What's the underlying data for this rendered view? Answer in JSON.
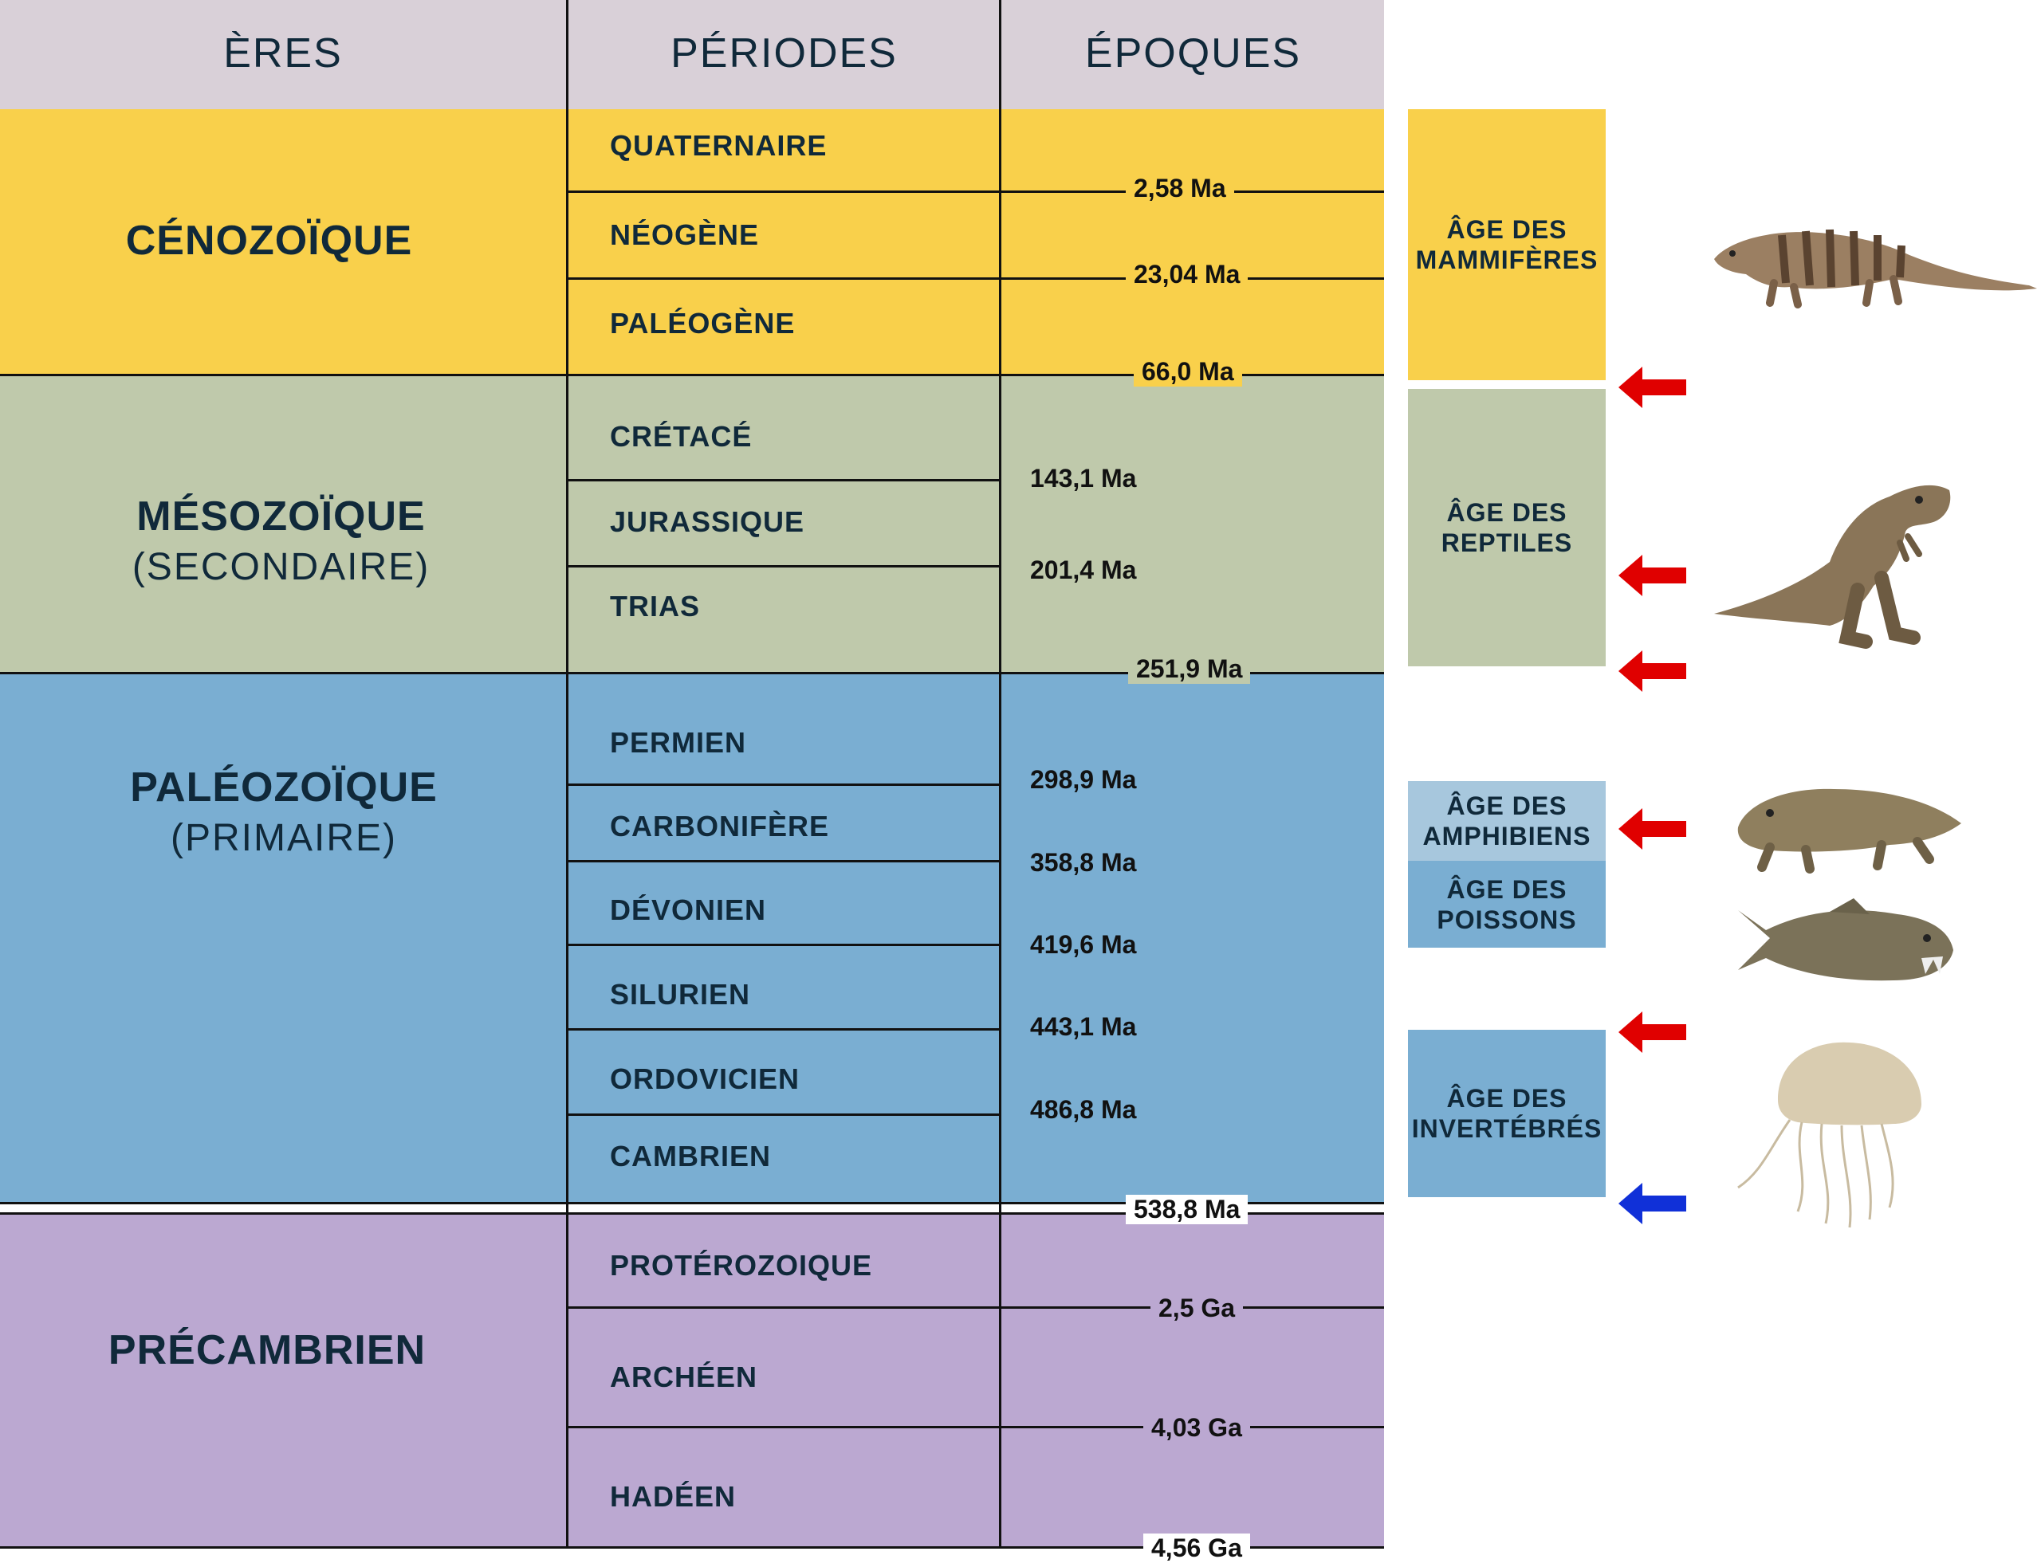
{
  "headers": {
    "eres": "ÈRES",
    "periodes": "PÉRIODES",
    "epoques": "ÉPOQUES"
  },
  "eras": [
    {
      "name": "CÉNOZOÏQUE",
      "sub": "",
      "color": "#f9d04b"
    },
    {
      "name": "MÉSOZOÏQUE",
      "sub": "(SECONDAIRE)",
      "color": "#bfc9ab"
    },
    {
      "name": "PALÉOZOÏQUE",
      "sub": "(PRIMAIRE)",
      "color": "#7aaed2"
    },
    {
      "name": "PRÉCAMBRIEN",
      "sub": "",
      "color": "#bba8d1"
    }
  ],
  "periods": [
    "QUATERNAIRE",
    "NÉOGÈNE",
    "PALÉOGÈNE",
    "CRÉTACÉ",
    "JURASSIQUE",
    "TRIAS",
    "PERMIEN",
    "CARBONIFÈRE",
    "DÉVONIEN",
    "SILURIEN",
    "ORDOVICIEN",
    "CAMBRIEN",
    "PROTÉROZOIQUE",
    "ARCHÉEN",
    "HADÉEN"
  ],
  "dates": [
    "2,58 Ma",
    "23,04 Ma",
    "66,0 Ma",
    "143,1 Ma",
    "201,4 Ma",
    "251,9 Ma",
    "298,9 Ma",
    "358,8 Ma",
    "419,6 Ma",
    "443,1 Ma",
    "486,8 Ma",
    "538,8 Ma",
    "2,5 Ga",
    "4,03 Ga",
    "4,56 Ga"
  ],
  "ages": [
    {
      "line1": "ÂGE DES",
      "line2": "MAMMIFÈRES",
      "color": "#f9d04b"
    },
    {
      "line1": "ÂGE DES",
      "line2": "REPTILES",
      "color": "#bfc9ab"
    },
    {
      "line1": "ÂGE DES",
      "line2": "AMPHIBIENS",
      "color": "#a7c7dd"
    },
    {
      "line1": "ÂGE DES",
      "line2": "POISSONS",
      "color": "#7aaed2"
    },
    {
      "line1": "ÂGE DES",
      "line2": "INVERTÉBRÉS",
      "color": "#7aaed2"
    }
  ],
  "arrow_colors": {
    "red": "#e00000",
    "blue": "#1030d8"
  },
  "animals": [
    "mammal-like-reptile-illustration",
    "tyrannosaurus-illustration",
    "amphibian-illustration",
    "dunkleosteus-fish-illustration",
    "jellyfish-illustration"
  ]
}
